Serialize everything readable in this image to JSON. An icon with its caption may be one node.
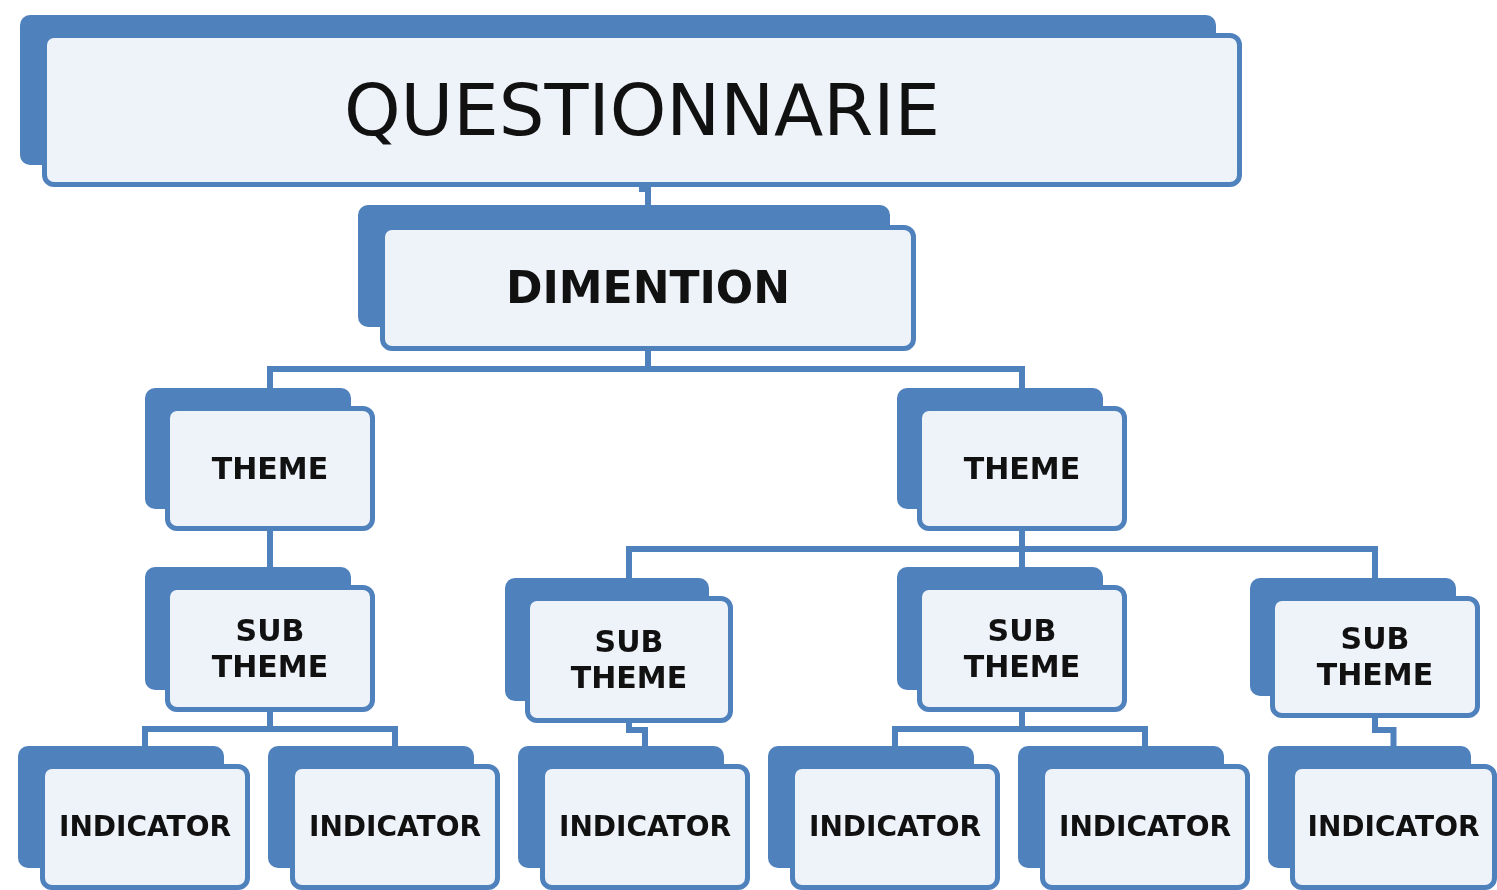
{
  "diagram": {
    "nodes": [
      {
        "text": [
          "QUESTIONNARIE"
        ]
      },
      {
        "text": [
          "DIMENTION"
        ]
      },
      {
        "text": [
          "THEME"
        ]
      },
      {
        "text": [
          "THEME"
        ]
      },
      {
        "text": [
          "SUB THEME"
        ]
      },
      {
        "text": [
          "SUB THEME"
        ]
      },
      {
        "text": [
          "SUB THEME"
        ]
      },
      {
        "text": [
          "SUB THEME"
        ]
      },
      {
        "text": [
          "INDICATOR"
        ]
      },
      {
        "text": [
          "INDICATOR"
        ]
      },
      {
        "text": [
          "INDICATOR"
        ]
      },
      {
        "text": [
          "INDICATOR"
        ]
      },
      {
        "text": [
          "INDICATOR"
        ]
      },
      {
        "text": [
          "INDICATOR"
        ]
      }
    ],
    "edges": [
      {
        "from": 0,
        "to": 1,
        "arrow": "none"
      },
      {
        "from": 1,
        "to": 2,
        "arrow": "none"
      },
      {
        "from": 1,
        "to": 3,
        "arrow": "none"
      },
      {
        "from": 2,
        "to": 4,
        "arrow": "none"
      },
      {
        "from": 3,
        "to": 5,
        "arrow": "none"
      },
      {
        "from": 3,
        "to": 6,
        "arrow": "none"
      },
      {
        "from": 3,
        "to": 7,
        "arrow": "none"
      },
      {
        "from": 4,
        "to": 8,
        "arrow": "none"
      },
      {
        "from": 4,
        "to": 9,
        "arrow": "none"
      },
      {
        "from": 5,
        "to": 10,
        "arrow": "none"
      },
      {
        "from": 6,
        "to": 11,
        "arrow": "none"
      },
      {
        "from": 6,
        "to": 12,
        "arrow": "none"
      },
      {
        "from": 7,
        "to": 13,
        "arrow": "none"
      }
    ]
  }
}
